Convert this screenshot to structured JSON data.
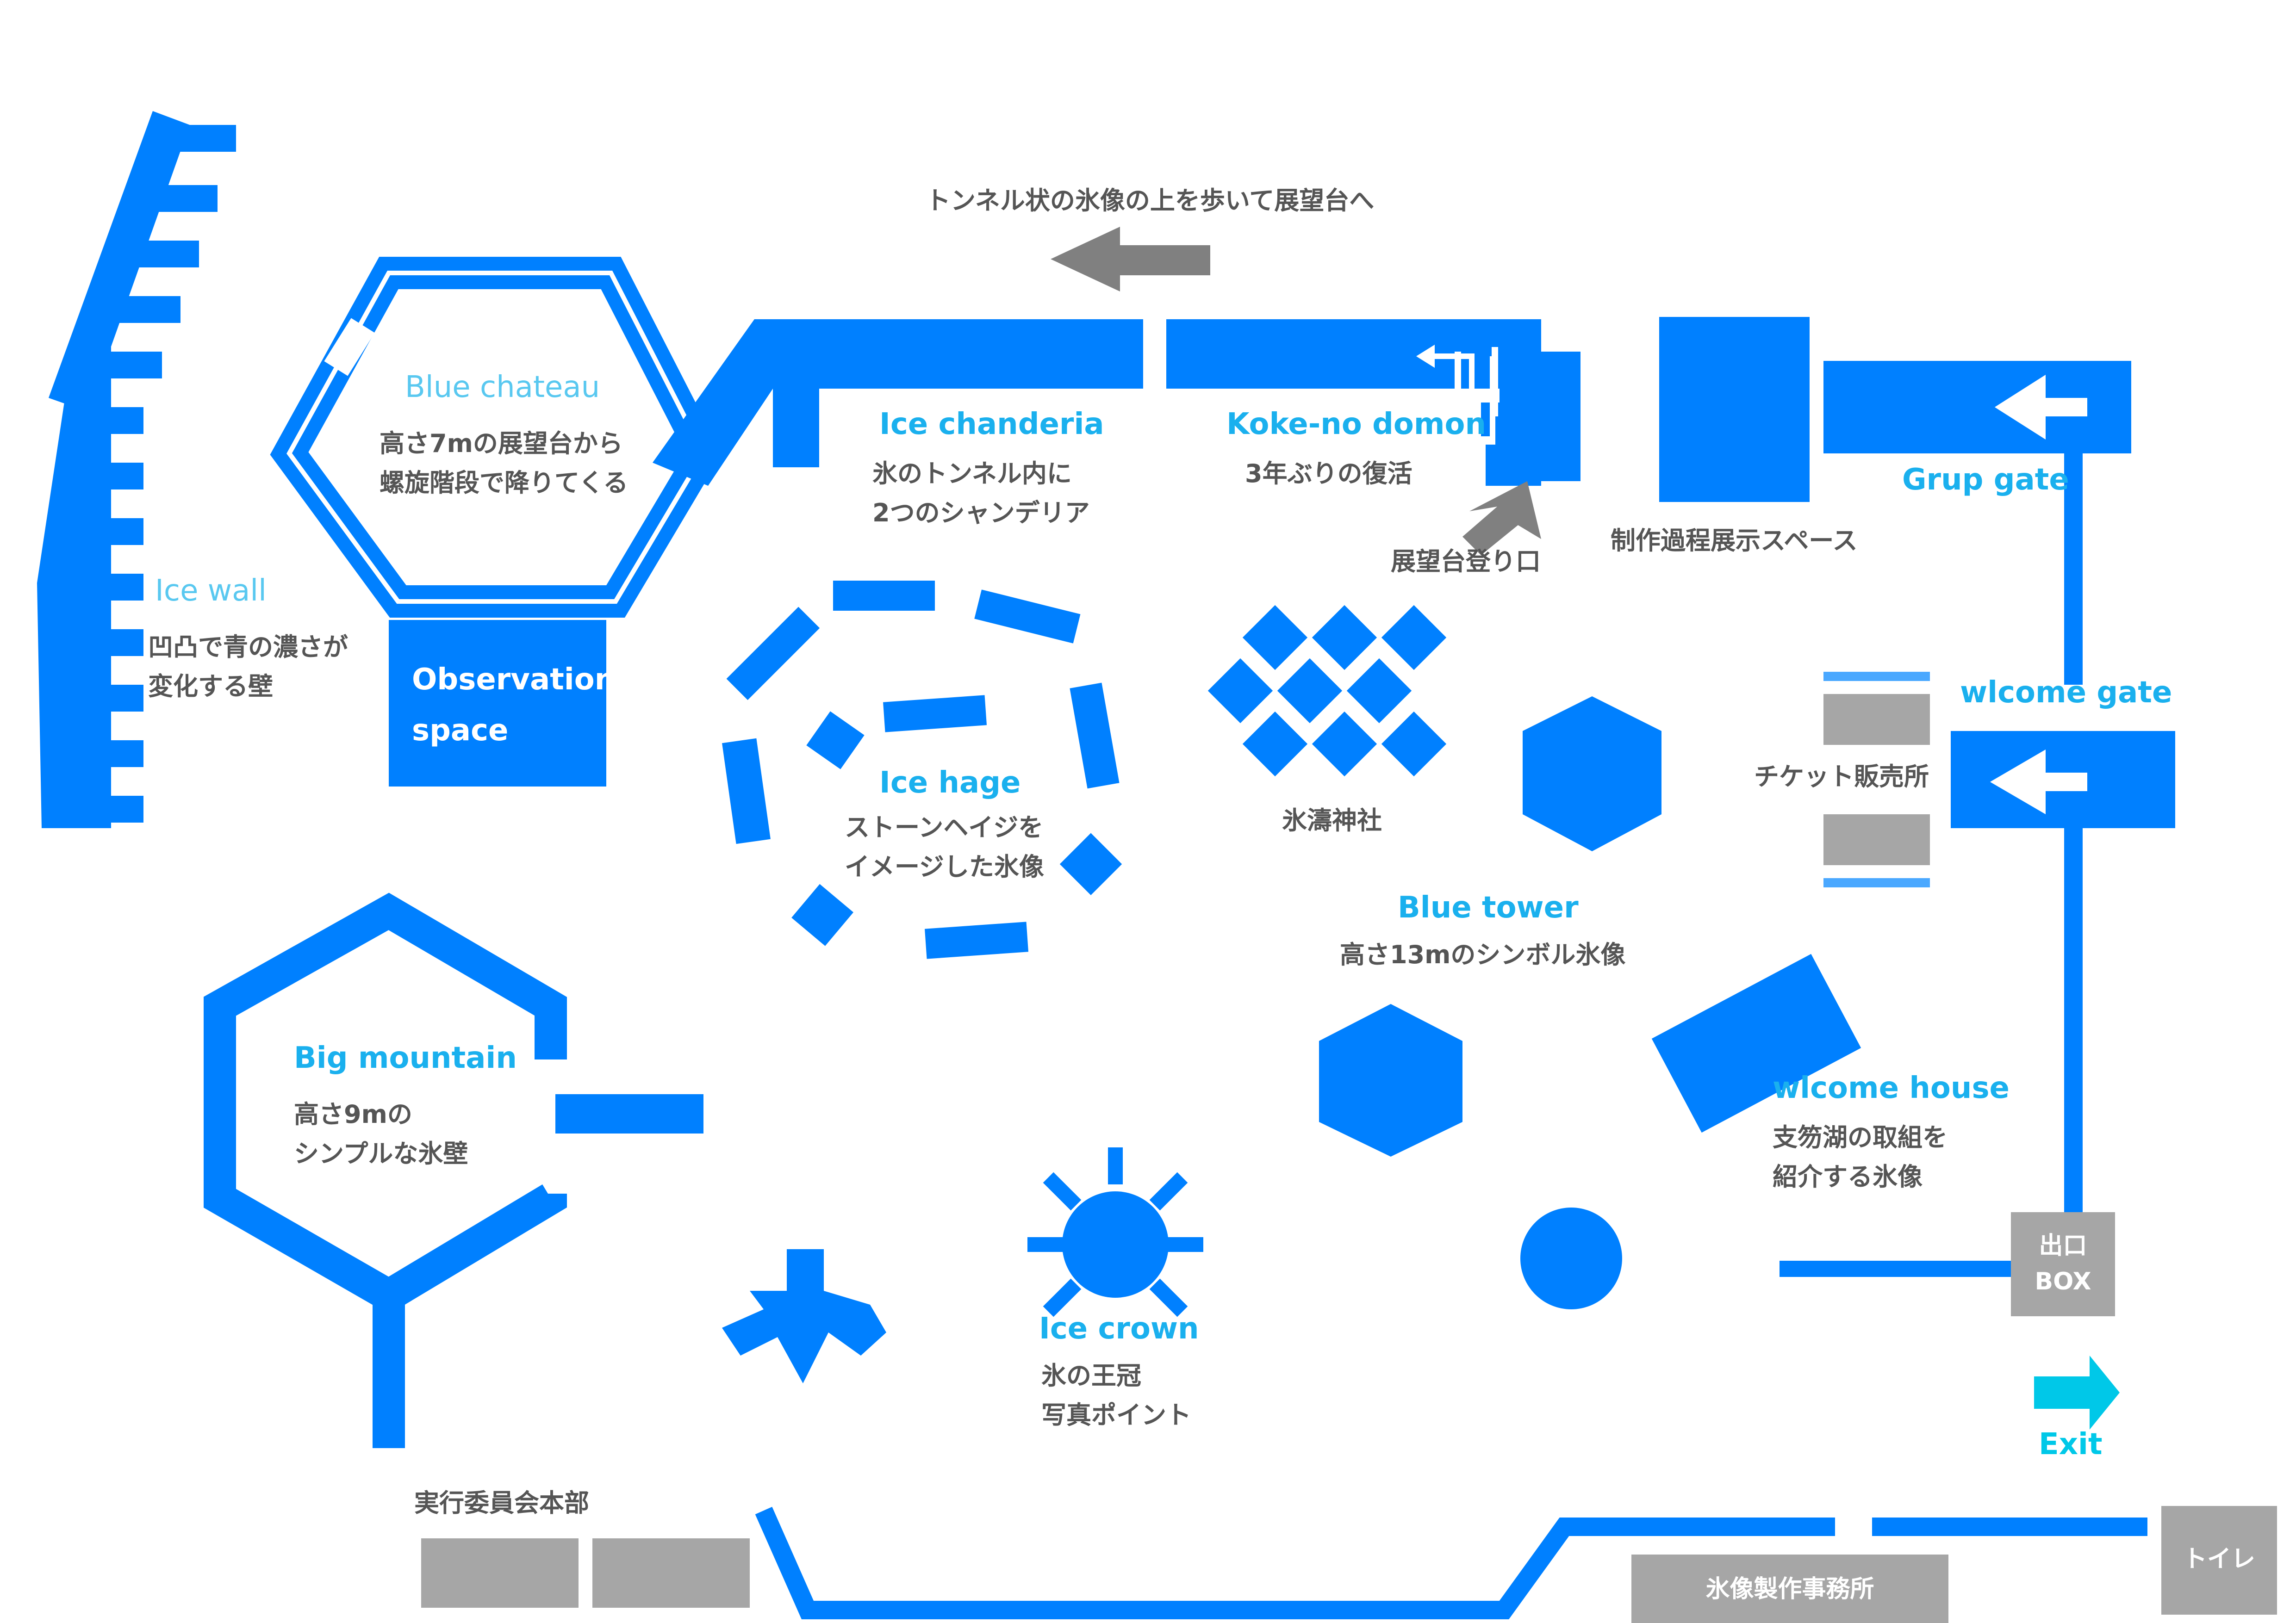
{
  "colors": {
    "ice": "#0080ff",
    "label": "#1ab0ee",
    "text": "#555555",
    "facility": "#a6a6a6",
    "arrow": "#808080",
    "exit": "#00c8e8"
  },
  "route_note": "トンネル状の氷像の上を歩いて展望台へ",
  "blue_chateau": {
    "name": "Blue chateau",
    "desc1": "高さ7mの展望台から",
    "desc2": "螺旋階段で降りてくる"
  },
  "observation": {
    "line1": "Observation",
    "line2": "space"
  },
  "ice_wall": {
    "name": "Ice wall",
    "desc1": "凹凸で青の濃さが",
    "desc2": "変化する壁"
  },
  "ice_chanderia": {
    "name": "Ice chanderia",
    "desc1": "氷のトンネル内に",
    "desc2": "2つのシャンデリア"
  },
  "koke_no_domon": {
    "name": "Koke-no domon",
    "desc1": "3年ぶりの復活"
  },
  "entrance_note": "展望台登り口",
  "process_space": "制作過程展示スペース",
  "grup_gate": "Grup gate",
  "wlcome_gate": "wlcome gate",
  "ticket": "チケット販売所",
  "ice_hage": {
    "name": "Ice hage",
    "desc1": "ストーンヘイジを",
    "desc2": "イメージした氷像"
  },
  "shrine": "氷濤神社",
  "blue_tower": {
    "name": "Blue tower",
    "desc1": "高さ13mのシンボル氷像"
  },
  "big_mountain": {
    "name": "Big mountain",
    "desc1": "高さ9mの",
    "desc2": "シンプルな氷壁"
  },
  "wlcome_house": {
    "name": "wlcome house",
    "desc1": "支笏湖の取組を",
    "desc2": "紹介する氷像"
  },
  "exit_box": {
    "line1": "出口",
    "line2": "BOX"
  },
  "exit": "Exit",
  "ice_crown": {
    "name": "Ice crown",
    "desc1": "氷の王冠",
    "desc2": "写真ポイント"
  },
  "hq": "実行委員会本部",
  "office": "氷像製作事務所",
  "toilet": "トイレ"
}
